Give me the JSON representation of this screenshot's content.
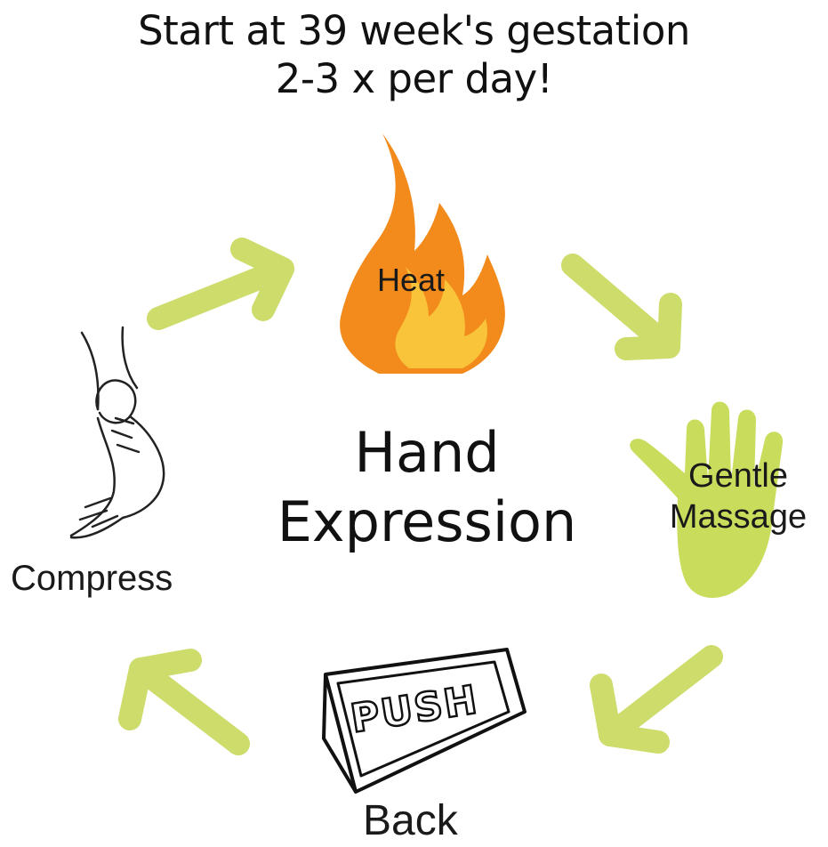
{
  "title": {
    "line1": "Start at 39 week's gestation",
    "line2": "2-3 x per day!"
  },
  "center": {
    "line1": "Hand",
    "line2": "Expression"
  },
  "steps": [
    {
      "label": "Heat",
      "icon": "flame-icon"
    },
    {
      "label_line1": "Gentle",
      "label_line2": "Massage",
      "icon": "hand-icon"
    },
    {
      "label": "Back",
      "icon": "push-sign-icon",
      "sign_text": "PUSH"
    },
    {
      "label": "Compress",
      "icon": "breast-compress-icon"
    }
  ],
  "colors": {
    "arrow": "#cddc6b",
    "hand": "#c9dc5c",
    "flame_outer": "#f28a1c",
    "flame_inner": "#f9c43a",
    "text": "#111111"
  }
}
